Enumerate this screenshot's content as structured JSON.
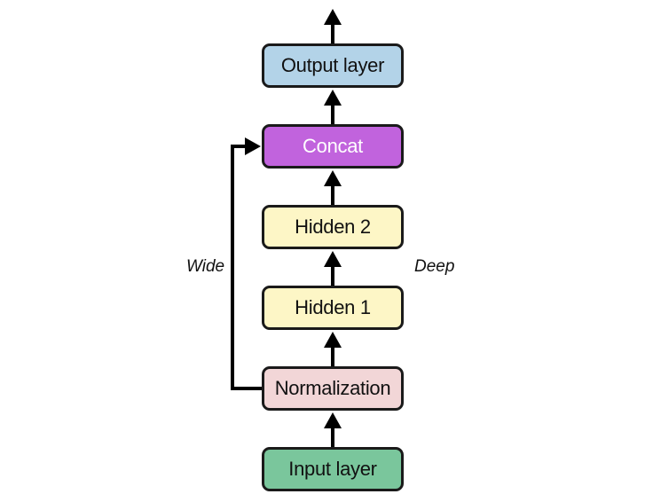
{
  "nodes": {
    "output": {
      "label": "Output layer",
      "color": "#b3d3e8"
    },
    "concat": {
      "label": "Concat",
      "color": "#c163dd"
    },
    "hidden2": {
      "label": "Hidden 2",
      "color": "#fdf6c6"
    },
    "hidden1": {
      "label": "Hidden 1",
      "color": "#fdf6c6"
    },
    "normalization": {
      "label": "Normalization",
      "color": "#f2d6d7"
    },
    "input": {
      "label": "Input layer",
      "color": "#7ac69c"
    }
  },
  "paths": {
    "wide": "Wide",
    "deep": "Deep"
  },
  "colors": {
    "stroke": "#1a1a1a"
  }
}
